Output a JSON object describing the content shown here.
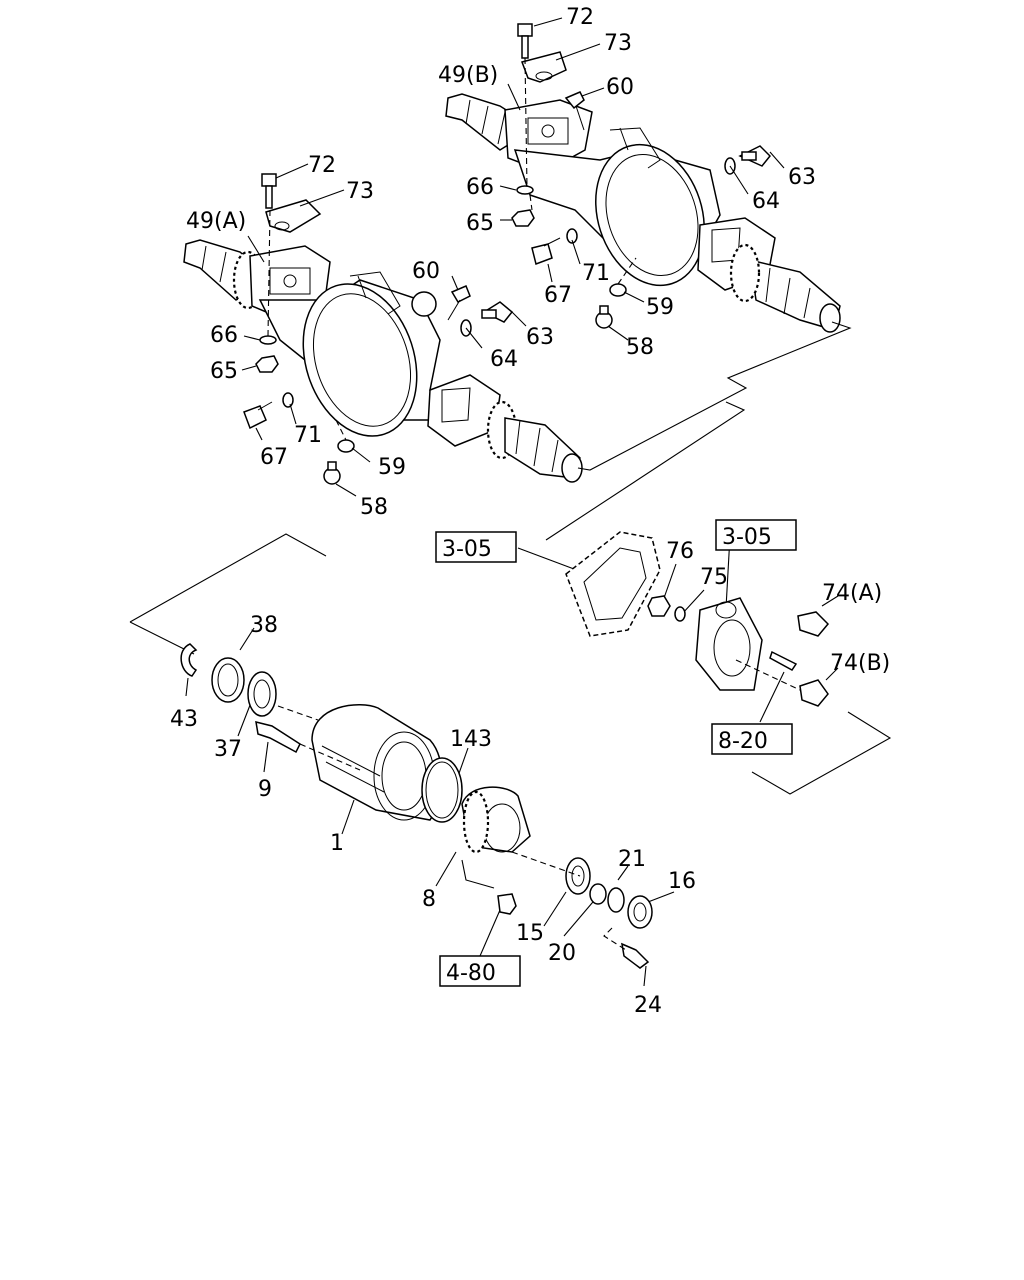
{
  "diagram": {
    "labels": {
      "upper_axle": {
        "l72": "72",
        "l73": "73",
        "l49b": "49(B)",
        "l60": "60",
        "l63": "63",
        "l64": "64",
        "l66": "66",
        "l65": "65",
        "l67": "67",
        "l71": "71",
        "l59": "59",
        "l58": "58"
      },
      "lower_axle": {
        "l72": "72",
        "l73": "73",
        "l49a": "49(A)",
        "l60": "60",
        "l63": "63",
        "l64": "64",
        "l66": "66",
        "l65": "65",
        "l67": "67",
        "l71": "71",
        "l59": "59",
        "l58": "58"
      },
      "brake": {
        "l76": "76",
        "l75": "75",
        "l74a": "74(A)",
        "l74b": "74(B)"
      },
      "hub": {
        "l38": "38",
        "l43": "43",
        "l37": "37",
        "l9": "9",
        "l1": "1",
        "l143": "143",
        "l8": "8",
        "l15": "15",
        "l20": "20",
        "l21": "21",
        "l16": "16",
        "l24": "24"
      }
    },
    "references": {
      "ref_305_left": "3-05",
      "ref_305_right": "3-05",
      "ref_820": "8-20",
      "ref_480": "4-80"
    }
  }
}
